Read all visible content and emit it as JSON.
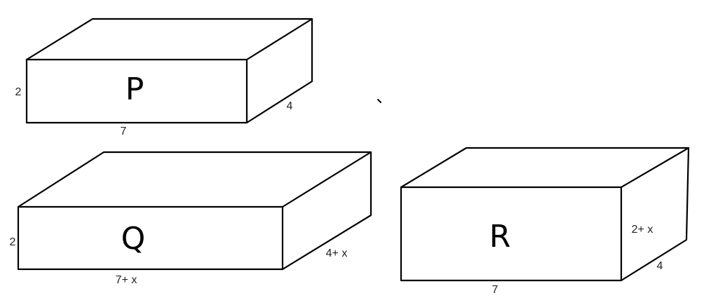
{
  "boxes": [
    {
      "label": "P",
      "height_label": "2",
      "length_label": "7",
      "depth_label": "4"
    },
    {
      "label": "Q",
      "height_label": "2",
      "length_label": "7+ x",
      "depth_label": "4+ x"
    },
    {
      "label": "R",
      "height_label": "2+ x",
      "length_label": "7",
      "depth_label": "4"
    }
  ],
  "colors": {
    "stroke": "#000000",
    "background": "#ffffff"
  }
}
